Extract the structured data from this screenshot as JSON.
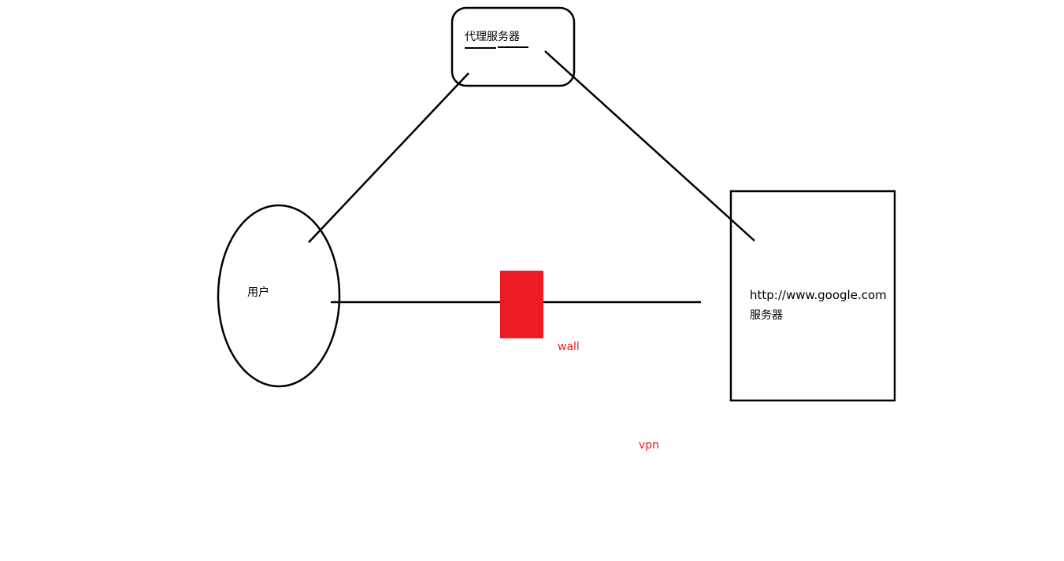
{
  "nodes": {
    "proxy": {
      "label": "代理服务器"
    },
    "user": {
      "label": "用户"
    },
    "google": {
      "label_line1": "http://www.google.com",
      "label_line2": "服务器"
    }
  },
  "annotations": {
    "wall": "wall",
    "vpn": "vpn"
  },
  "colors": {
    "stroke": "#000000",
    "wall_fill": "#ed1c24",
    "annotation_text": "#ed1c24",
    "background": "#ffffff"
  }
}
